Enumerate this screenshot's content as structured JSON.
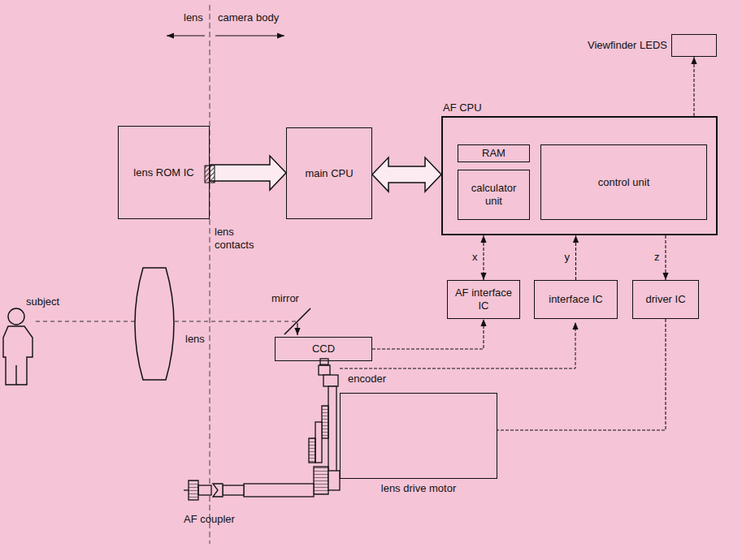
{
  "diagram": {
    "nodes": [
      {
        "text": [
          "lens ROM IC"
        ]
      },
      {
        "text": [
          "main CPU"
        ]
      },
      {
        "text": [
          "AF CPU"
        ]
      },
      {
        "text": [
          "RAM"
        ],
        "in": 2
      },
      {
        "text": [
          "calculator unit"
        ],
        "in": 2
      },
      {
        "text": [
          "control unit"
        ],
        "in": 2
      },
      {
        "text": [
          "Viewfinder LEDS"
        ]
      },
      {
        "text": [
          "AF interface IC"
        ]
      },
      {
        "text": [
          "interface IC"
        ]
      },
      {
        "text": [
          "driver IC"
        ]
      },
      {
        "text": [
          "CCD"
        ]
      },
      {
        "text": [
          "lens drive motor"
        ]
      }
    ],
    "edges": [
      {
        "from": 0,
        "to": 1,
        "arrow": "to"
      },
      {
        "from": 1,
        "to": 2,
        "arrow": "both"
      },
      {
        "from": 7,
        "to": 2,
        "label": "x",
        "arrow": "both"
      },
      {
        "from": 8,
        "to": 2,
        "label": "y",
        "arrow": "to"
      },
      {
        "from": 2,
        "to": 9,
        "label": "z",
        "arrow": "to"
      },
      {
        "from": 2,
        "to": 6,
        "arrow": "to"
      },
      {
        "from": 10,
        "to": 7,
        "arrow": "to"
      },
      {
        "from": 9,
        "to": 11,
        "arrow": "none"
      }
    ],
    "labels": [
      "lens",
      "camera body",
      "lens contacts",
      "subject",
      "lens",
      "mirror",
      "encoder",
      "AF coupler"
    ]
  }
}
